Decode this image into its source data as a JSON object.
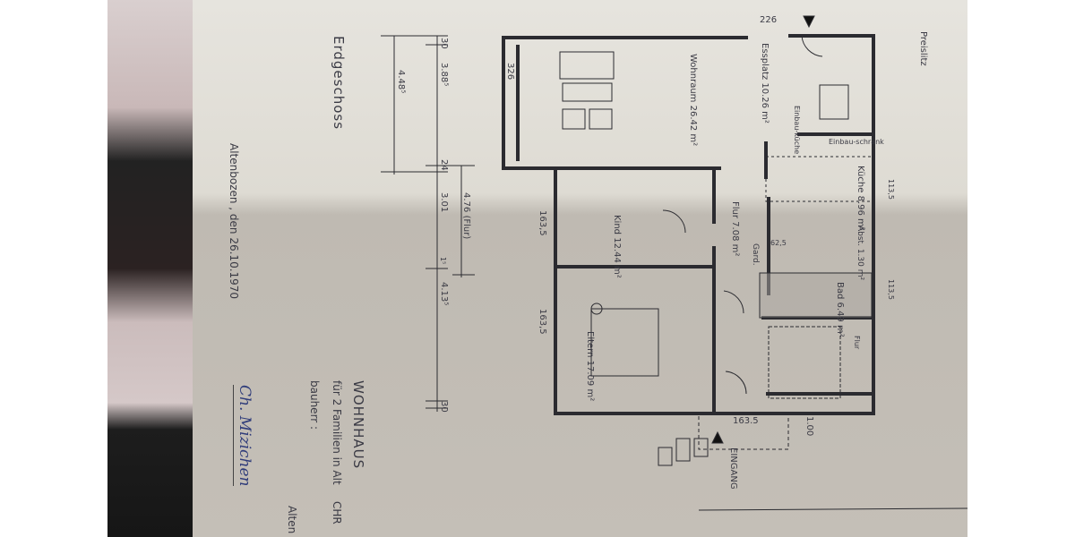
{
  "floor_title": "Erdgeschoss",
  "project": {
    "title": "WOHNHAUS",
    "subtitle": "für 2 Familien   in Alt",
    "owner_label": "bauherr :",
    "owner_name": "CHR",
    "owner_place": "Alten"
  },
  "place_date": "Altenbozen , den  26.10.1970",
  "signature": "Ch. Mizichen",
  "rooms": [
    {
      "name": "Wohnraum",
      "area": "26.42 m²"
    },
    {
      "name": "Essplatz",
      "area": "10.26 m²"
    },
    {
      "name": "Einbau-küche",
      "area": ""
    },
    {
      "name": "Einbau-schrank",
      "area": ""
    },
    {
      "name": "Küche",
      "area": "8.96 m²"
    },
    {
      "name": "Flur",
      "area": "7.08 m²"
    },
    {
      "name": "Kind",
      "area": "12.44 m²"
    },
    {
      "name": "Abst.",
      "area": "1.30 m²"
    },
    {
      "name": "Gard.",
      "area": ""
    },
    {
      "name": "Bad",
      "area": "6.49 m²"
    },
    {
      "name": "Eltern",
      "area": "17.09 m²"
    },
    {
      "name": "Flur",
      "area": ""
    }
  ],
  "entrance_label": "EINGANG",
  "dimensions": {
    "d326": "326",
    "d226": "226",
    "d163a": "163,5",
    "d163b": "163,5",
    "d163c": "163.5",
    "d100": "1.00",
    "d113a": "113,5",
    "d113b": "113,5",
    "d62": "62,5",
    "left_chain": [
      "30",
      "3.88⁵",
      "24",
      "3.01",
      "1⁵",
      "4.13⁵",
      "30"
    ],
    "overall": "4.48⁵",
    "flur": "4.76 (Flur)"
  },
  "edge_text": "Preislitz",
  "colors": {
    "paper": "#e2dfd8",
    "ink": "#2b2b30",
    "background": "#2a2a2a"
  }
}
